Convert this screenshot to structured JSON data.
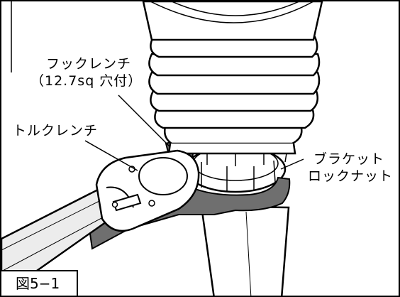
{
  "labels": {
    "hook_wrench_line1": "フックレンチ",
    "hook_wrench_line2": "（12.7sq 穴付）",
    "torque_wrench": "トルクレンチ",
    "bracket_line1": "ブラケット",
    "bracket_line2": "ロックナット"
  },
  "figure_tag": "図5−1",
  "colors": {
    "line": "#000000",
    "wrench_gray": "#6f6f6f",
    "background": "#ffffff"
  }
}
